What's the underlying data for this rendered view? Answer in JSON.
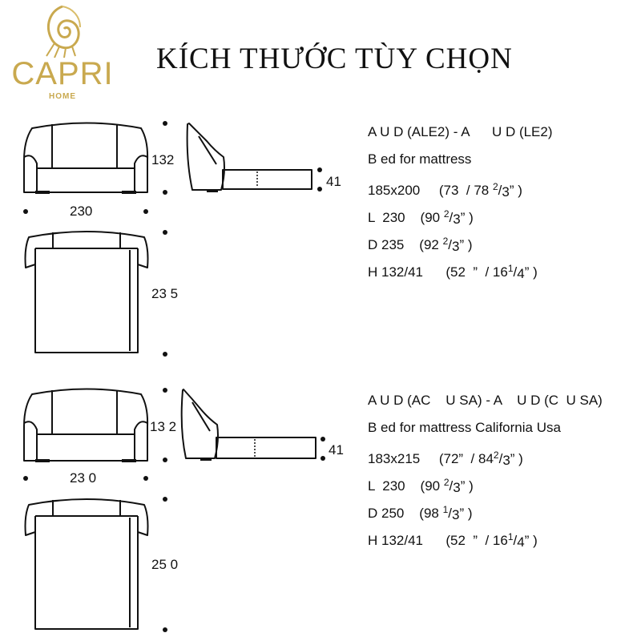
{
  "brand": {
    "name": "CAPRI",
    "sub": "HOME",
    "color": "#c9a94f",
    "icon": "nautilus-shell-icon"
  },
  "title": "KÍCH THƯỚC TÙY CHỌN",
  "models": [
    {
      "code": "A U D (ALE2) - A      U D (LE2)",
      "desc": "B ed for mattress",
      "size": {
        "main": "185x200",
        "imperial": "(73  / 78 ",
        "num": "2",
        "den": "3",
        "tail": "” )"
      },
      "length": {
        "label": "L  230",
        "imperial": "(90 ",
        "num": "2",
        "den": "3",
        "tail": "” )"
      },
      "depth": {
        "label": "D 235",
        "imperial": "(92 ",
        "num": "2",
        "den": "3",
        "tail": "” )"
      },
      "height": {
        "label": "H 132/41",
        "imperial": "(52  ”  / 16",
        "num": "1",
        "den": "4",
        "tail": "” )"
      },
      "dims": {
        "front_width": "230",
        "front_height": "132",
        "side_height": "41",
        "top_depth": "23 5"
      }
    },
    {
      "code": "A U D (AC    U SA) - A    U D (C  U SA)",
      "desc": "B ed for mattress California Usa",
      "size": {
        "main": "183x215",
        "imperial": "(72”  / 84",
        "num": "2",
        "den": "3",
        "tail": "” )"
      },
      "length": {
        "label": "L  230",
        "imperial": "(90 ",
        "num": "2",
        "den": "3",
        "tail": "” )"
      },
      "depth": {
        "label": "D 250",
        "imperial": "(98 ",
        "num": "1",
        "den": "3",
        "tail": "” )"
      },
      "height": {
        "label": "H 132/41",
        "imperial": "(52  ”  / 16",
        "num": "1",
        "den": "4",
        "tail": "” )"
      },
      "dims": {
        "front_width": "23 0",
        "front_height": "13 2",
        "side_height": "41",
        "top_depth": "25 0"
      }
    }
  ]
}
